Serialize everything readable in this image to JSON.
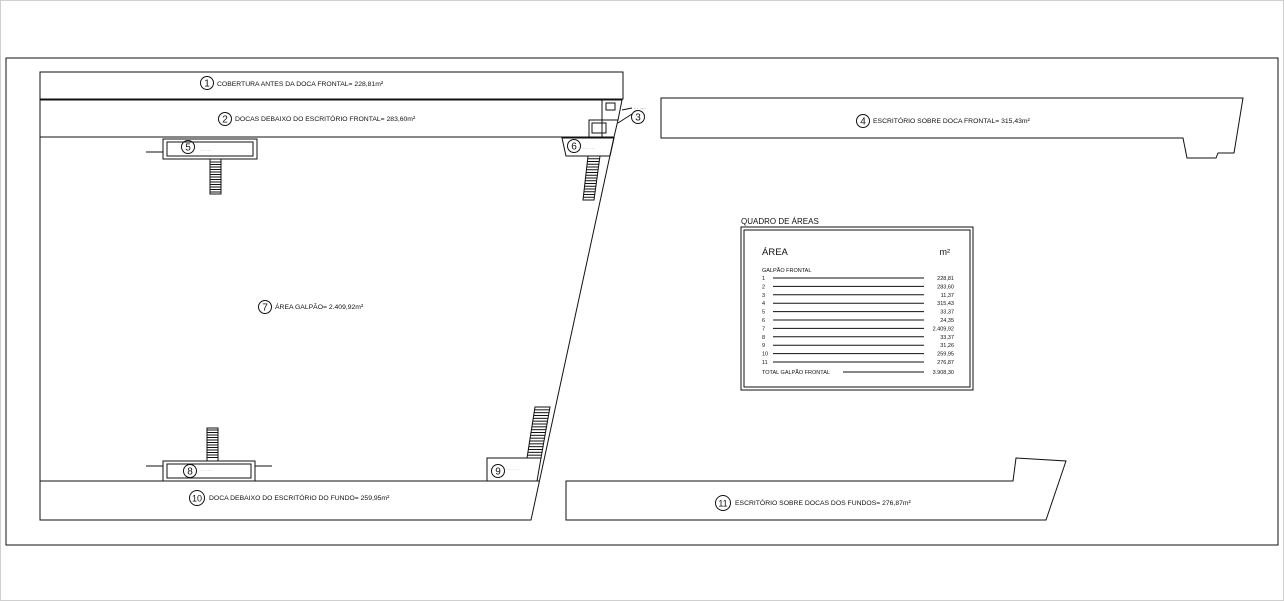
{
  "labels": {
    "area_1": {
      "number": "1",
      "text": "COBERTURA ANTES DA DOCA FRONTAL= 228,81m²"
    },
    "area_2": {
      "number": "2",
      "text": "DOCAS DEBAIXO DO ESCRITÓRIO FRONTAL= 283,60m²"
    },
    "area_3": {
      "number": "3"
    },
    "area_4": {
      "number": "4",
      "text": "ESCRITÓRIO SOBRE DOCA FRONTAL= 315,43m²"
    },
    "area_5": {
      "number": "5"
    },
    "area_6": {
      "number": "6"
    },
    "area_7": {
      "number": "7",
      "text": "ÁREA GALPÃO= 2.409,92m²"
    },
    "area_8": {
      "number": "8"
    },
    "area_9": {
      "number": "9"
    },
    "area_10": {
      "number": "10",
      "text": "DOCA DEBAIXO DO ESCRITÓRIO DO FUNDO= 259,95m²"
    },
    "area_11": {
      "number": "11",
      "text": "ESCRITÓRIO SOBRE DOCAS DOS FUNDOS= 276,87m²"
    }
  },
  "table": {
    "caption": "QUADRO DE ÁREAS",
    "header_area": "ÁREA",
    "header_unit": "m²",
    "section": "GALPÃO FRONTAL",
    "rows": [
      {
        "id": "1",
        "value": "228,81"
      },
      {
        "id": "2",
        "value": "283,60"
      },
      {
        "id": "3",
        "value": "11,37"
      },
      {
        "id": "4",
        "value": "315,43"
      },
      {
        "id": "5",
        "value": "33,37"
      },
      {
        "id": "6",
        "value": "24,35"
      },
      {
        "id": "7",
        "value": "2.409,92"
      },
      {
        "id": "8",
        "value": "33,37"
      },
      {
        "id": "9",
        "value": "31,26"
      },
      {
        "id": "10",
        "value": "259,95"
      },
      {
        "id": "11",
        "value": "276,87"
      }
    ],
    "total_label": "TOTAL GALPÃO FRONTAL",
    "total_value": "3.908,30"
  }
}
